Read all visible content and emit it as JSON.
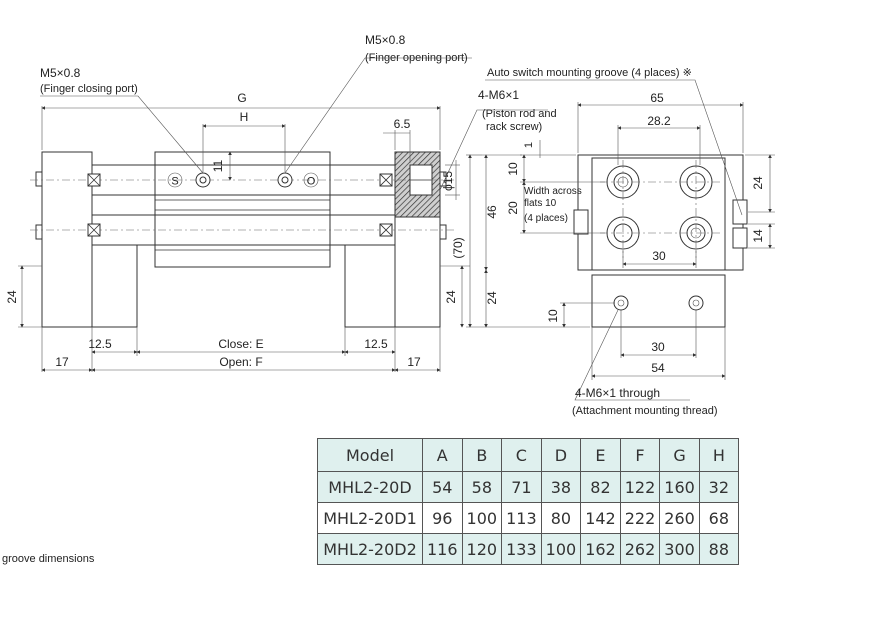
{
  "labels": {
    "closing_port_thread": "M5×0.8",
    "closing_port_name": "(Finger closing port)",
    "opening_port_thread": "M5×0.8",
    "opening_port_name": "(Finger opening port)",
    "auto_switch": "Auto switch mounting groove (4 places) ※",
    "piston_rod_thread": "4-M6×1",
    "piston_rod_line1": "(Piston rod and",
    "piston_rod_line2": "rack screw)",
    "width_across_line1": "Width across",
    "width_across_line2": "flats 10",
    "width_across_line3": "(4 places)",
    "through_thread": "4-M6×1 through",
    "attachment_thread": "(Attachment mounting thread)",
    "groove_note": "groove dimensions",
    "port_symbol_s": "S",
    "port_symbol_o": "O"
  },
  "dimensions": {
    "g": "G",
    "h": "H",
    "d6_5": "6.5",
    "d11": "11",
    "d15": "ϕ15",
    "d24_left": "24",
    "d12_5_left": "12.5",
    "close_e": "Close: E",
    "open_f": "Open: F",
    "d12_5_right": "12.5",
    "d17_left": "17",
    "d17_right": "17",
    "d70": "(70)",
    "d24_mid": "24",
    "d65": "65",
    "d28_2": "28.2",
    "d1": "1",
    "d10_top": "10",
    "d46": "46",
    "d20": "20",
    "d24_right": "24",
    "d14": "14",
    "d30_top": "30",
    "d24_lower": "24",
    "d10_bottom": "10",
    "d30_bottom": "30",
    "d54": "54"
  },
  "table": {
    "headers": [
      "Model",
      "A",
      "B",
      "C",
      "D",
      "E",
      "F",
      "G",
      "H"
    ],
    "rows": [
      {
        "model": "MHL2-20D",
        "values": [
          "54",
          "58",
          "71",
          "38",
          "82",
          "122",
          "160",
          "32"
        ]
      },
      {
        "model": "MHL2-20D1",
        "values": [
          "96",
          "100",
          "113",
          "80",
          "142",
          "222",
          "260",
          "68"
        ]
      },
      {
        "model": "MHL2-20D2",
        "values": [
          "116",
          "120",
          "133",
          "100",
          "162",
          "262",
          "300",
          "88"
        ]
      }
    ]
  }
}
